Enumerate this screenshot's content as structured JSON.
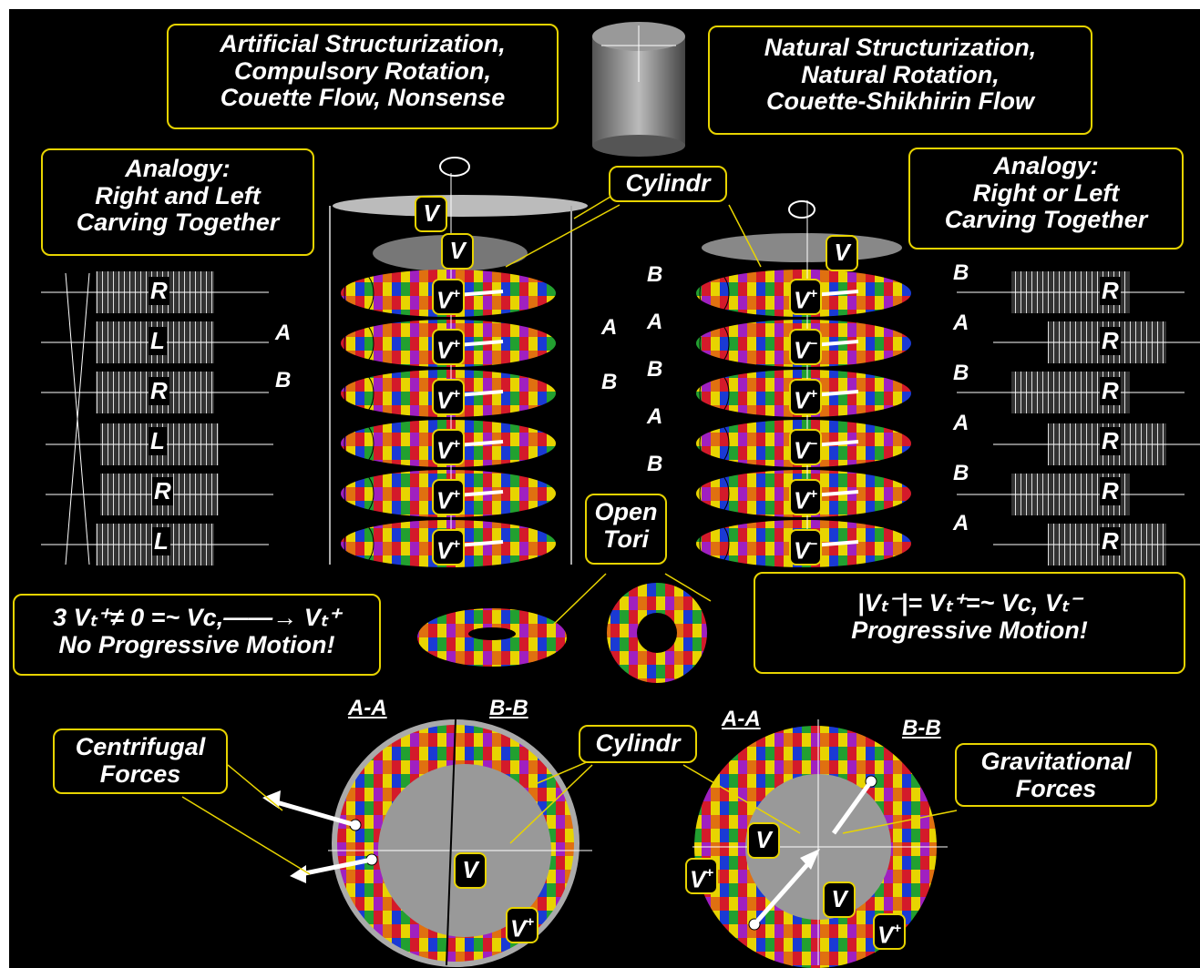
{
  "top_left_box": {
    "line1": "Artificial  Structurization,",
    "line2": "Compulsory  Rotation,",
    "line3": "Couette Flow, Nonsense"
  },
  "top_right_box": {
    "line1": "Natural Structurization,",
    "line2": "Natural  Rotation,",
    "line3": "Couette-Shikhirin  Flow"
  },
  "analogy_left": {
    "line1": "Analogy:",
    "line2": "Right and  Left",
    "line3": "Carving Together"
  },
  "analogy_right": {
    "line1": "Analogy:",
    "line2": "Right  or Left",
    "line3": "Carving Together"
  },
  "cylindr_top": "Cylindr",
  "cylindr_bottom": "Cylindr",
  "open_tori": {
    "line1": "Open",
    "line2": "Tori"
  },
  "left_formula": {
    "line1": "3 Vₜ⁺≠ 0 =~ Vᴄ,——→  Vₜ⁺",
    "line2": "No  Progressive Motion!"
  },
  "right_formula": {
    "line1": "|Vₜ⁻|= Vₜ⁺=~ Vᴄ, Vₜ⁻",
    "line2": "Progressive  Motion!"
  },
  "centrifugal": {
    "line1": "Centrifugal",
    "line2": "Forces"
  },
  "gravitational": {
    "line1": "Gravitational",
    "line2": "Forces"
  },
  "section_labels": {
    "aa_left": "A-A",
    "bb_left": "B-B",
    "aa_right": "A-A",
    "bb_right": "B-B"
  },
  "screw_letters_left": [
    "R",
    "L",
    "R",
    "L",
    "R",
    "L"
  ],
  "screw_letters_right": [
    "R",
    "R",
    "R",
    "R",
    "R",
    "R"
  ],
  "mid_left_labels": [
    "A",
    "B"
  ],
  "mid_right_labels": [
    "A",
    "B"
  ],
  "right_col_labels_left": [
    "B",
    "A",
    "B",
    "A",
    "B"
  ],
  "right_col_labels_right": [
    "B",
    "A",
    "B",
    "A",
    "B",
    "A"
  ],
  "colors": {
    "accent": "#e8d400",
    "background": "#000000",
    "text": "#ffffff"
  }
}
